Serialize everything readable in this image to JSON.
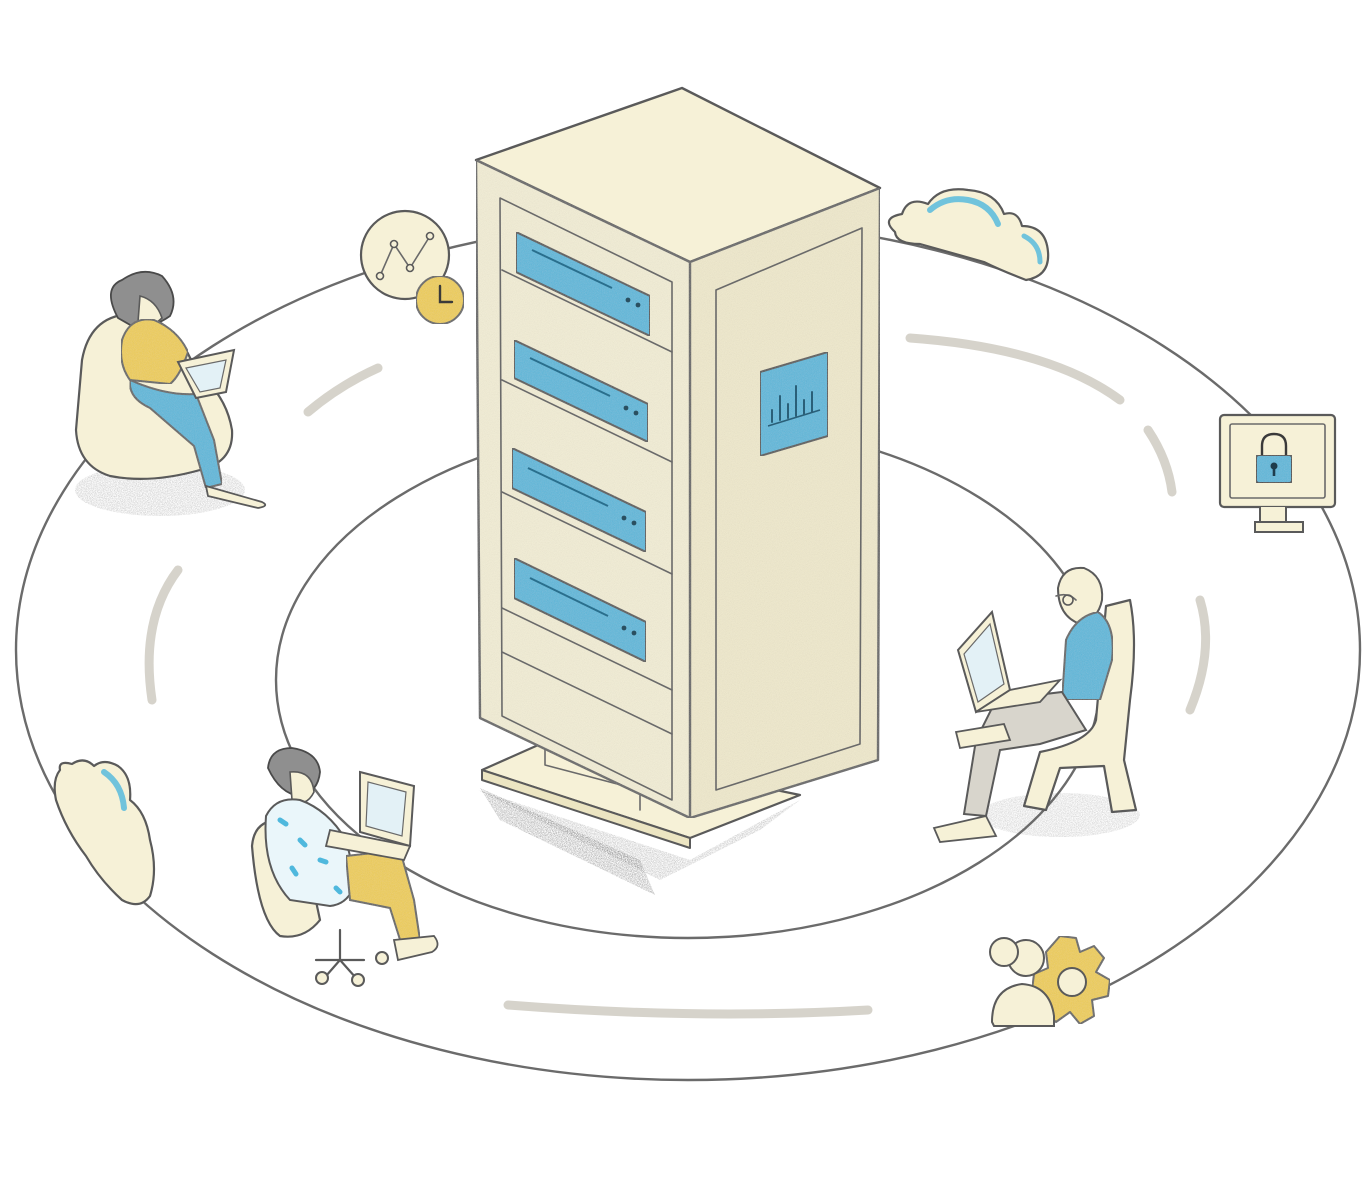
{
  "scene": {
    "description_elements": [
      "server-rack",
      "orbit-rings",
      "users",
      "icons"
    ]
  },
  "colors": {
    "cream": "#f6f1d7",
    "cream_dark": "#ece5c2",
    "blue": "#4fb8dd",
    "blue_dark": "#2d9ccb",
    "yellow": "#f2cf47",
    "yellow_dark": "#e0b92b",
    "ink": "#5a5a5a",
    "shadow": "#2e2e2e",
    "motion": "#cfcbc2"
  },
  "icons": {
    "analytics": "analytics-chart-icon",
    "clock": "clock-icon",
    "cloud_top": "cloud-icon",
    "cloud_left": "cloud-icon",
    "lock_monitor": "lock-monitor-icon",
    "users_gear": "users-settings-icon",
    "rack_panel": "bar-chart-icon"
  },
  "server": {
    "drive_bays": 4
  }
}
